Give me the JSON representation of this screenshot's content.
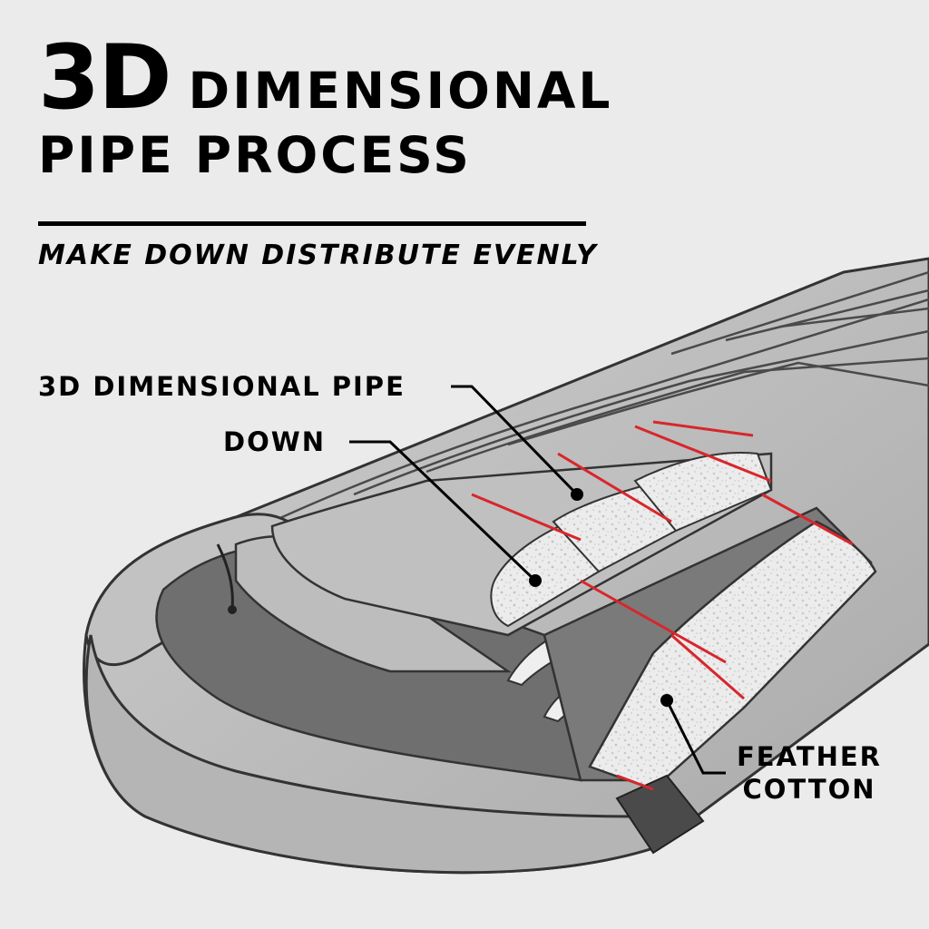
{
  "title": {
    "big": "3D",
    "rest": "DIMENSIONAL",
    "line2": "PIPE PROCESS"
  },
  "subtitle": "MAKE DOWN DISTRIBUTE EVENLY",
  "callouts": {
    "pipe": "3D DIMENSIONAL PIPE",
    "down": "DOWN",
    "feather_line1": "FEATHER",
    "feather_line2": "COTTON"
  },
  "colors": {
    "background": "#ebebeb",
    "bag_shell": "#bdbdbd",
    "bag_interior": "#6f6f6f",
    "filling": "#e8e8e8",
    "seam_accent": "#d8262b",
    "text": "#000000"
  }
}
